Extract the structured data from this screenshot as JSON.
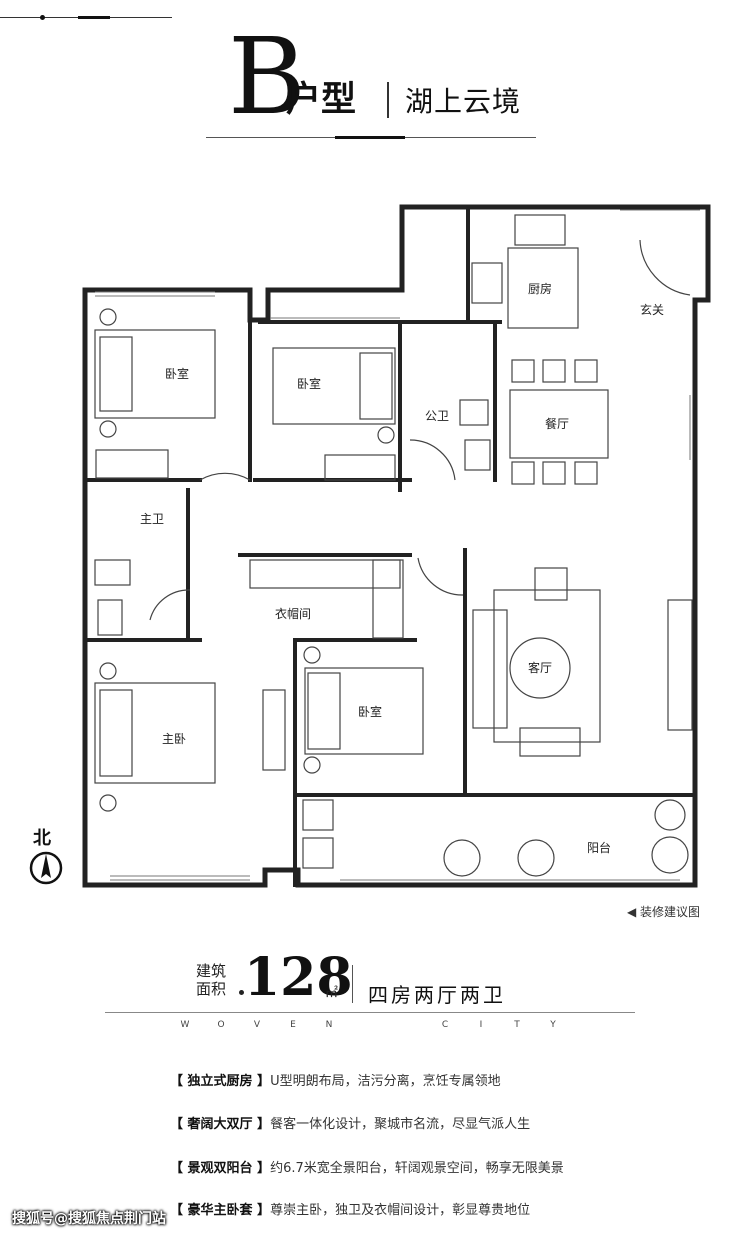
{
  "header": {
    "letter": "B",
    "type_label": "户型",
    "project_name": "湖上云境"
  },
  "rooms": {
    "kitchen": "厨房",
    "foyer": "玄关",
    "bedroom_1": "卧室",
    "bedroom_2": "卧室",
    "public_bath": "公卫",
    "dining": "餐厅",
    "master_bath": "主卫",
    "walkin_closet": "衣帽间",
    "living": "客厅",
    "bedroom_3": "卧室",
    "master_bedroom": "主卧",
    "balcony": "阳台"
  },
  "compass": {
    "label": "北"
  },
  "note": "装修建议图",
  "area": {
    "label_line1": "建筑",
    "label_line2": "面积",
    "value": "128",
    "unit": "㎡",
    "layout": "四房两厅两卫"
  },
  "brand_letters": [
    "W",
    "O",
    "V",
    "E",
    "N",
    "C",
    "I",
    "T",
    "Y"
  ],
  "features": [
    {
      "tag": "【 独立式厨房 】",
      "text": "U型明朗布局，洁污分离，烹饪专属领地"
    },
    {
      "tag": "【 奢阔大双厅 】",
      "text": "餐客一体化设计，聚城市名流，尽显气派人生"
    },
    {
      "tag": "【 景观双阳台 】",
      "text": "约6.7米宽全景阳台，轩阔观景空间，畅享无限美景"
    },
    {
      "tag": "【 豪华主卧套 】",
      "text": "尊崇主卧，独卫及衣帽间设计，彰显尊贵地位"
    }
  ],
  "watermark": "搜狐号@搜狐焦点荆门站",
  "colors": {
    "wall": "#222222",
    "text": "#222222",
    "background": "#ffffff"
  }
}
